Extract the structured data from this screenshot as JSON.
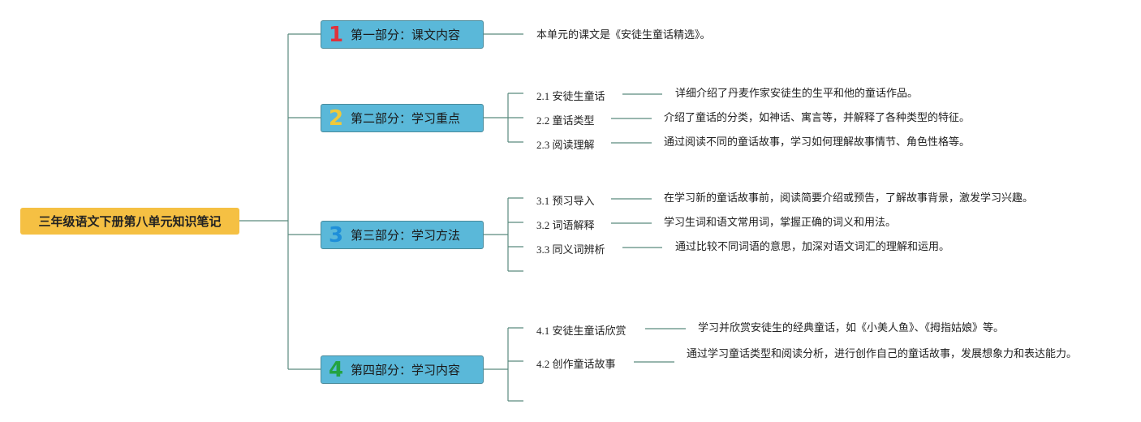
{
  "root": {
    "title": "三年级语文下册第八单元知识笔记"
  },
  "colors": {
    "root": "#f5c043",
    "section": "#5ab8d9",
    "line": "#5a8a7e",
    "num1": "#e0323c",
    "num2": "#f0c93a",
    "num3": "#1f8fd9",
    "num4": "#23a340"
  },
  "sections": [
    {
      "number": "1",
      "label": "第一部分：课文内容"
    },
    {
      "number": "2",
      "label": "第二部分：学习重点"
    },
    {
      "number": "3",
      "label": "第三部分：学习方法"
    },
    {
      "number": "4",
      "label": "第四部分：学习内容"
    }
  ],
  "s1": {
    "desc": "本单元的课文是《安徒生童话精选》。"
  },
  "s2": {
    "items": [
      {
        "label": "2.1 安徒生童话",
        "desc": "详细介绍了丹麦作家安徒生的生平和他的童话作品。"
      },
      {
        "label": "2.2 童话类型",
        "desc": "介绍了童话的分类，如神话、寓言等，并解释了各种类型的特征。"
      },
      {
        "label": "2.3 阅读理解",
        "desc": "通过阅读不同的童话故事，学习如何理解故事情节、角色性格等。"
      }
    ]
  },
  "s3": {
    "items": [
      {
        "label": "3.1 预习导入",
        "desc": "在学习新的童话故事前，阅读简要介绍或预告，了解故事背景，激发学习兴趣。"
      },
      {
        "label": "3.2 词语解释",
        "desc": "学习生词和语文常用词，掌握正确的词义和用法。"
      },
      {
        "label": "3.3 同义词辨析",
        "desc": "通过比较不同词语的意思，加深对语文词汇的理解和运用。"
      }
    ]
  },
  "s4": {
    "items": [
      {
        "label": "4.1 安徒生童话欣赏",
        "desc": "学习并欣赏安徒生的经典童话，如《小美人鱼》、《拇指姑娘》等。"
      },
      {
        "label": "4.2 创作童话故事",
        "desc": "通过学习童话类型和阅读分析，进行创作自己的童话故事，发展想象力和表达能力。"
      }
    ]
  }
}
